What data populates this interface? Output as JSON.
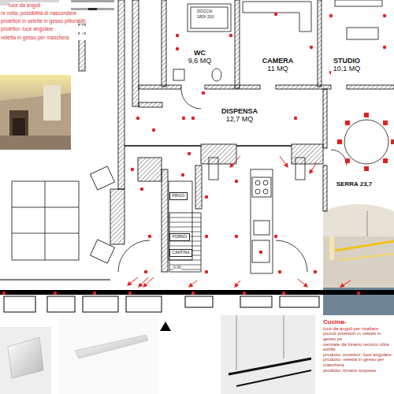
{
  "diagram": {
    "nodes": [
      {
        "text": [
          "WC",
          "9,6 MQ"
        ]
      },
      {
        "text": [
          "CAMERA",
          "11 MQ"
        ]
      },
      {
        "text": [
          "STUDIO",
          "10,1 MQ"
        ]
      },
      {
        "text": [
          "DISPENSA",
          "12,7 MQ"
        ]
      },
      {
        "text": [
          "SERRA 23,7"
        ]
      },
      {
        "text": [
          "FRIGO"
        ]
      },
      {
        "text": [
          "FORNO"
        ]
      },
      {
        "text": [
          "CANTINA"
        ]
      }
    ],
    "labels": [
      "luce da angoli",
      "re volta, possibilità di nascondere",
      "proiettori in velette in gesso pitturabili;",
      "proiettor: luce angolare",
      "veletta in gesso per maschera",
      "DOCCIA",
      "180X 200",
      "0.00",
      "Cucina-",
      "luce da angoli per risaltare",
      "piccoli proiettori in velette in gesso pit",
      "centrale da binario tecnico ultra sottile",
      "prodotto: proiettor: luce angolare",
      "prodotto: veletta in gesso per maschera",
      "prodotto: binario sospeso"
    ]
  }
}
